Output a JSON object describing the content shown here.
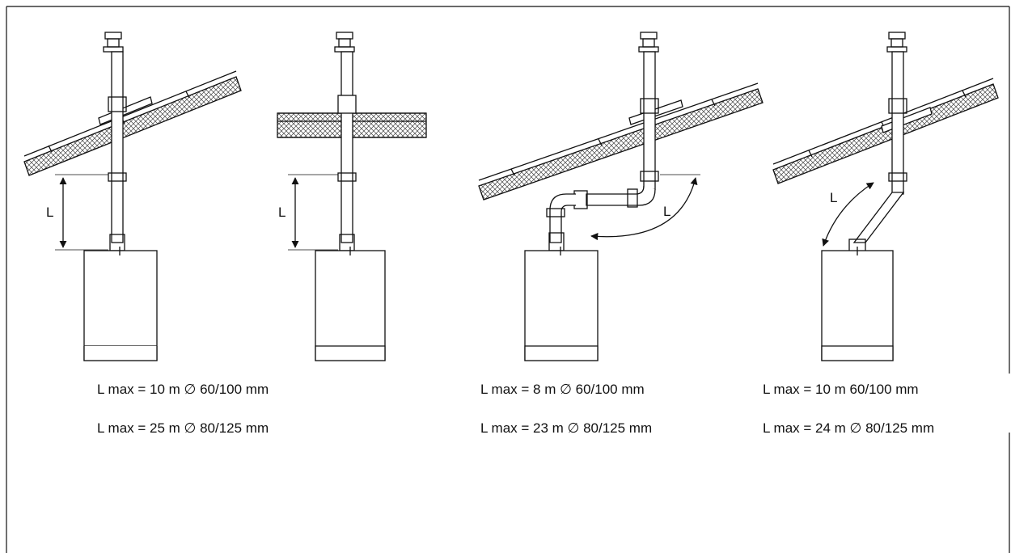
{
  "diagrams": [
    {
      "dim_label": "L"
    },
    {
      "dim_label": "L"
    },
    {
      "dim_label": "L"
    },
    {
      "dim_label": "L"
    }
  ],
  "captions": [
    {
      "line1": "L max = 10 m ∅ 60/100 mm",
      "line2": "L max = 25 m ∅ 80/125 mm"
    },
    {
      "line1": "L max = 8 m ∅ 60/100 mm",
      "line2": "L max = 23 m ∅ 80/125 mm"
    },
    {
      "line1": "L max = 10 m 60/100 mm",
      "line2": "L max = 24 m ∅ 80/125 mm"
    }
  ]
}
